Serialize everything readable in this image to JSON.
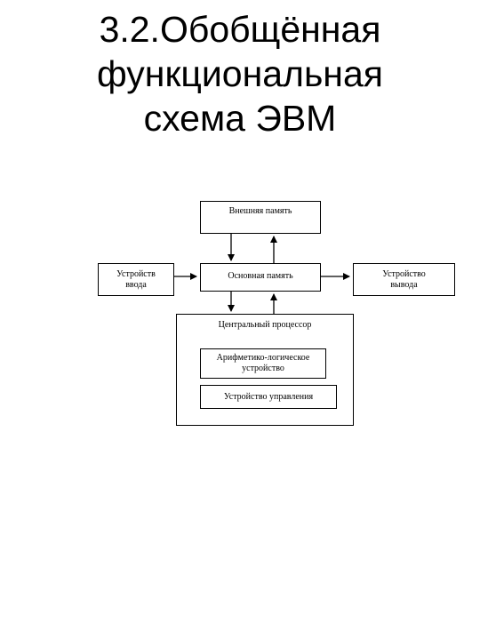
{
  "title": {
    "line1": "3.2.Обобщённая",
    "line2": "функциональная",
    "line3": "схема ЭВМ"
  },
  "diagram": {
    "external_memory": "Внешняя память",
    "main_memory": "Основная память",
    "input_device": {
      "line1": "Устройств",
      "line2": "ввода"
    },
    "output_device": {
      "line1": "Устройство",
      "line2": "вывода"
    },
    "cpu": {
      "label": "Центральный процессор",
      "alu": {
        "line1": "Арифметико-логическое",
        "line2": "устройство"
      },
      "control_unit": "Устройство управления"
    }
  }
}
